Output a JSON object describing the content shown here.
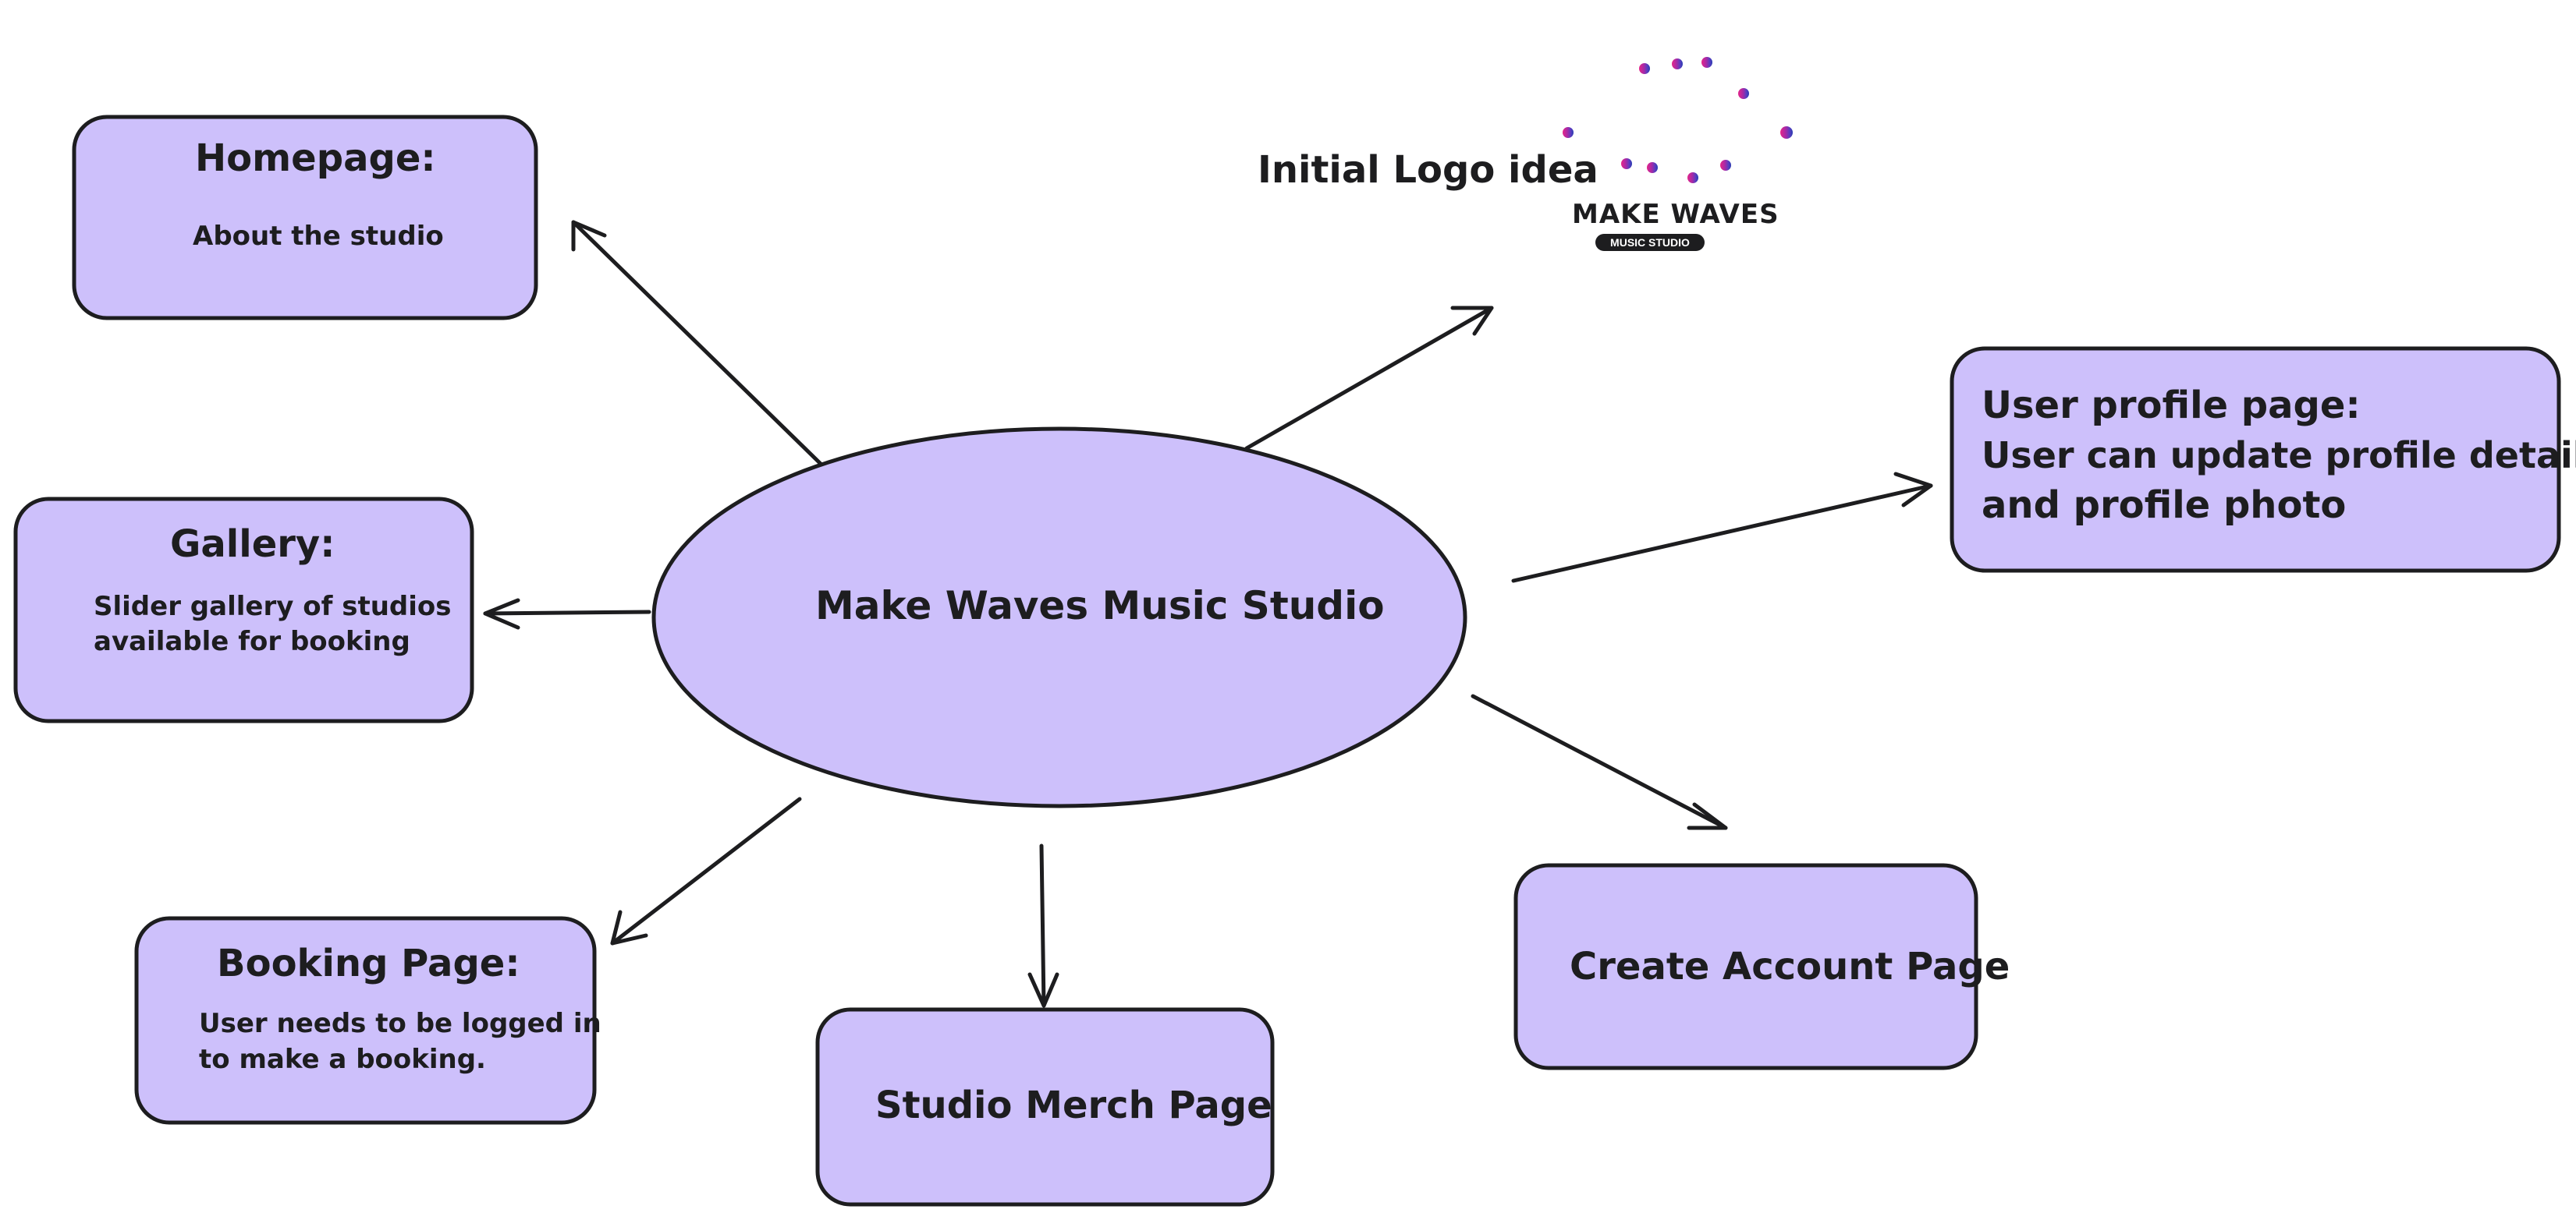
{
  "colors": {
    "node_fill": "#cdc0fb",
    "stroke": "#1d1d1f",
    "logo_gradient": [
      "#e6258a",
      "#a52aa7",
      "#5a3cc0",
      "#2a3bb0"
    ]
  },
  "center": {
    "label": "Make Waves Music Studio"
  },
  "logo": {
    "caption": "Initial Logo idea",
    "wordmark": "MAKE WAVES",
    "tagline": "MUSIC STUDIO",
    "icon": "soundwave-icon"
  },
  "nodes": {
    "homepage": {
      "title": "Homepage:",
      "lines": [
        "About the studio"
      ]
    },
    "gallery": {
      "title": "Gallery:",
      "lines": [
        "Slider gallery of studios",
        "available for booking"
      ]
    },
    "booking": {
      "title": "Booking Page:",
      "lines": [
        "User needs to be logged in",
        "to make a booking."
      ]
    },
    "merch": {
      "title": "Studio Merch Page"
    },
    "create_account": {
      "title": "Create Account Page"
    },
    "profile": {
      "lines": [
        "User profile page:",
        "User can update profile details",
        "and profile photo"
      ]
    }
  }
}
